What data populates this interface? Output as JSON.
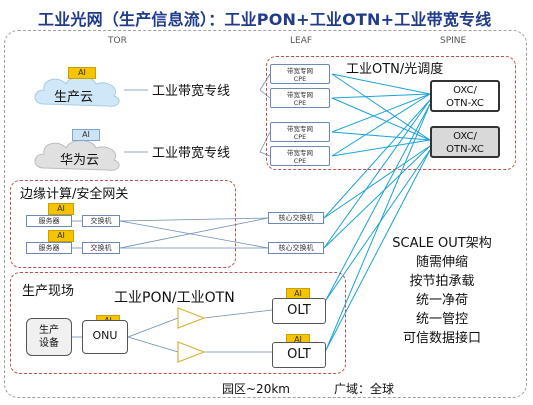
{
  "title": "工业光网（生产信息流）：工业PON+工业OTN+工业带宽专线",
  "columns": {
    "tor": "TOR",
    "leaf": "LEAF",
    "spine": "SPINE"
  },
  "ai_label": "AI",
  "clouds": [
    {
      "label": "生产云",
      "link_label": "工业带宽专线"
    },
    {
      "label": "华为云",
      "link_label": "工业带宽专线"
    }
  ],
  "cpe_label_top": "带宽专网",
  "cpe_label_bottom": "CPE",
  "otn_section_label": "工业OTN/光调度",
  "oxc_labels": [
    "OXC/\nOTN-XC",
    "OXC/\nOTN-XC"
  ],
  "edge_section": {
    "label": "边缘计算/安全网关",
    "server_label": "服务器",
    "switch_label": "交换机",
    "core_switch_label": "核心交换机"
  },
  "field_section": {
    "label": "生产现场",
    "pon_label": "工业PON/工业OTN",
    "device_label": "生产\n设备",
    "onu_label": "ONU",
    "olt_label": "OLT"
  },
  "right_text": [
    "SCALE OUT架构",
    "随需伸缩",
    "按节拍承载",
    "统一净荷",
    "统一管控",
    "可信数据接口"
  ],
  "footer": {
    "campus": "园区~20km",
    "wide": "广域：全球"
  },
  "colors": {
    "title": "#1f3b8a",
    "line": "#1aa3d6",
    "ai_yellow": "#f5c400",
    "red_dash": "#c0504d"
  }
}
